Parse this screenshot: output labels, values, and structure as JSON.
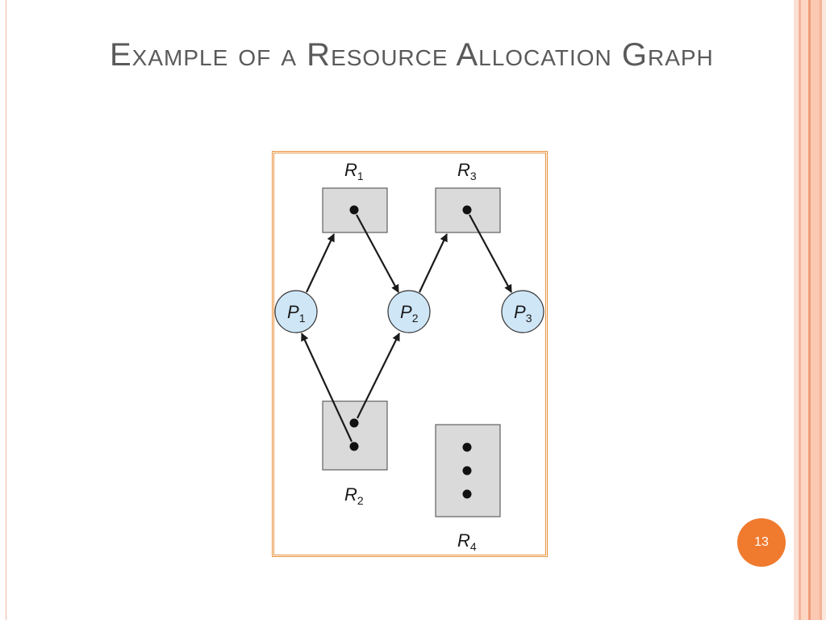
{
  "slide": {
    "title": "Example of a Resource Allocation Graph",
    "page_number": "13"
  },
  "diagram": {
    "processes": [
      {
        "id": "P1",
        "letter": "P",
        "sub": "1"
      },
      {
        "id": "P2",
        "letter": "P",
        "sub": "2"
      },
      {
        "id": "P3",
        "letter": "P",
        "sub": "3"
      }
    ],
    "resources": [
      {
        "id": "R1",
        "letter": "R",
        "sub": "1",
        "instances": 1
      },
      {
        "id": "R2",
        "letter": "R",
        "sub": "2",
        "instances": 2
      },
      {
        "id": "R3",
        "letter": "R",
        "sub": "3",
        "instances": 1
      },
      {
        "id": "R4",
        "letter": "R",
        "sub": "4",
        "instances": 3
      }
    ],
    "edges": [
      {
        "from": "P1",
        "to": "R1",
        "kind": "request"
      },
      {
        "from": "R1",
        "to": "P2",
        "kind": "assignment"
      },
      {
        "from": "P2",
        "to": "R3",
        "kind": "request"
      },
      {
        "from": "R3",
        "to": "P3",
        "kind": "assignment"
      },
      {
        "from": "R2",
        "to": "P1",
        "kind": "assignment"
      },
      {
        "from": "R2",
        "to": "P2",
        "kind": "assignment"
      }
    ],
    "colors": {
      "process_fill": "#cfe6f7",
      "resource_fill": "#dadada",
      "frame": "#e8913c",
      "accent": "#f07a2e"
    }
  }
}
